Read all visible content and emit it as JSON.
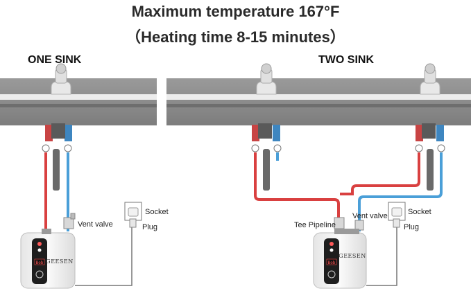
{
  "title_line1": "Maximum temperature 167°F",
  "title_line2": "（Heating time 8-15 minutes）",
  "one_sink": {
    "label": "ONE SINK",
    "vent_valve": "Vent valve",
    "socket": "Socket",
    "plug": "Plug",
    "heater_brand": "GEESEN",
    "heater_display": "Bob"
  },
  "two_sink": {
    "label": "TWO SINK",
    "tee_pipeline": "Tee Pipeline",
    "vent_valve": "Vent valve",
    "socket": "Socket",
    "plug": "Plug",
    "heater_brand": "GEESEN",
    "heater_display": "Bob"
  },
  "colors": {
    "hot_pipe": "#d94040",
    "cold_pipe": "#4a9fd8",
    "counter": "#8c8c8c",
    "heater_body": "#f5f5f5"
  }
}
